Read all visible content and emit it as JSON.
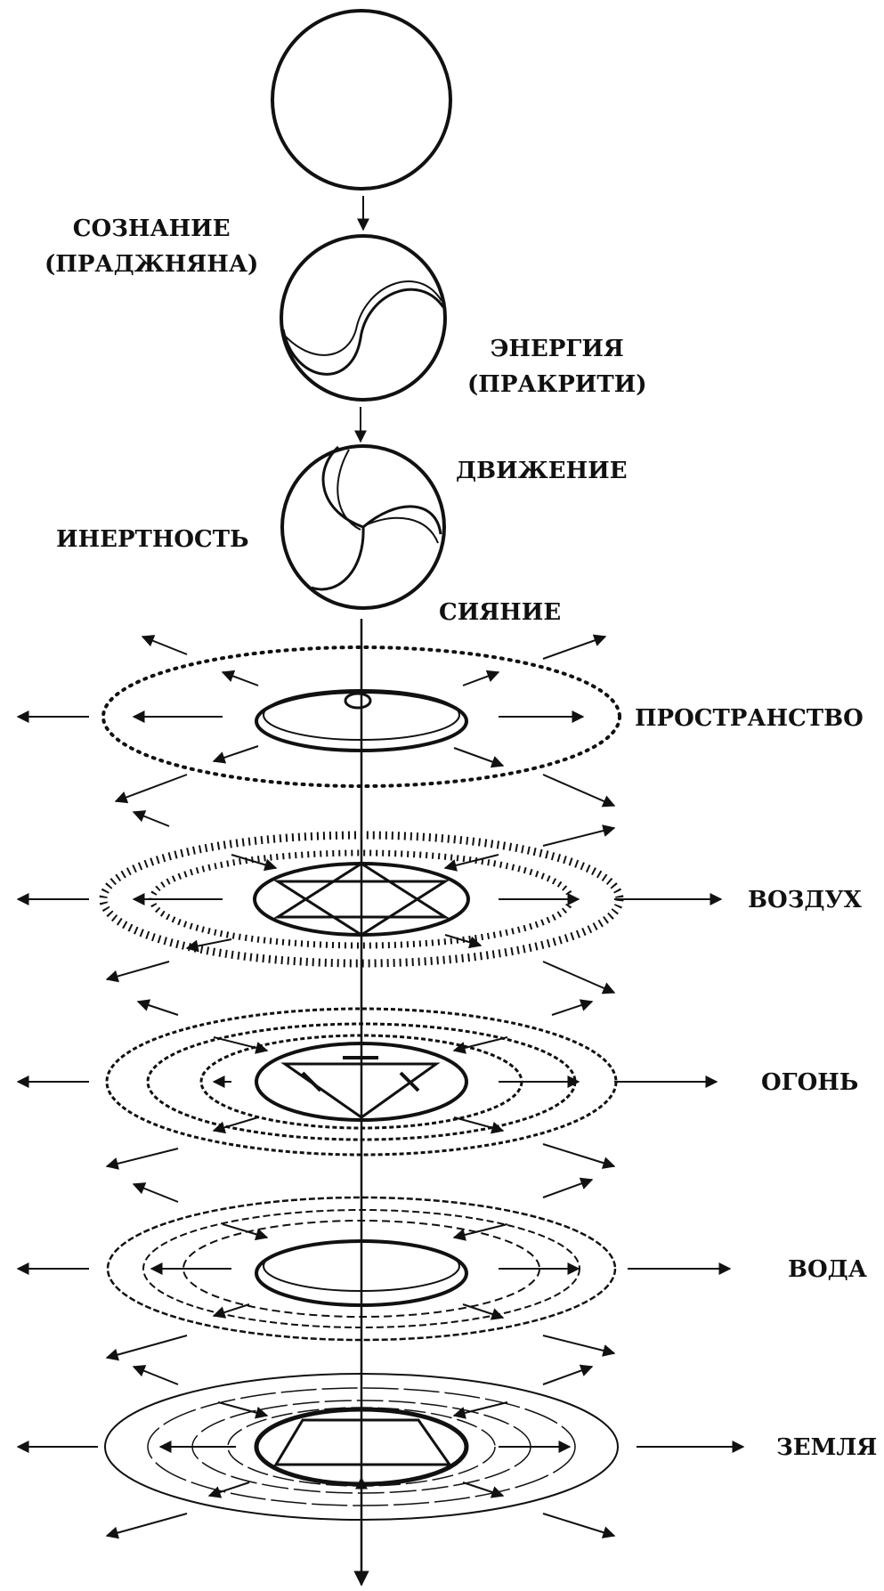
{
  "labels": {
    "consciousness": "СОЗНАНИЕ",
    "consciousness_sub": "(ПРАДЖНЯНА)",
    "energy": "ЭНЕРГИЯ",
    "energy_sub": "(ПРАКРИТИ)",
    "motion": "ДВИЖЕНИЕ",
    "inertia": "ИНЕРТНОСТЬ",
    "radiance": "СИЯНИЕ",
    "space": "ПРОСТРАНСТВО",
    "air": "ВОЗДУХ",
    "fire": "ОГОНЬ",
    "water": "ВОДА",
    "earth": "ЗЕМЛЯ"
  },
  "colors": {
    "ink": "#111111",
    "background": "#ffffff"
  }
}
